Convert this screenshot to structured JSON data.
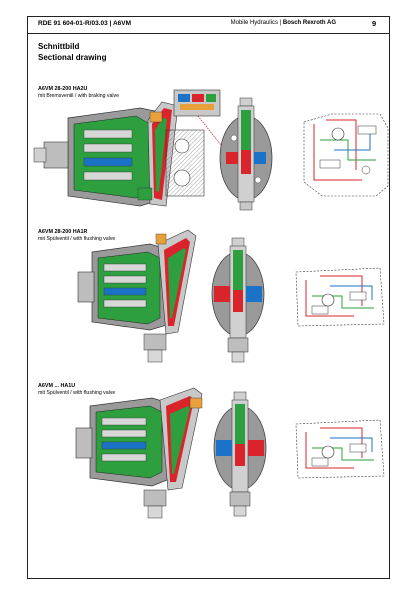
{
  "header": {
    "doc_ref": "RDE 91 604-01-R/03.03",
    "separator": "|",
    "product": "A6VM",
    "division": "Mobile Hydraulics",
    "company": "Bosch Rexroth AG",
    "page_number": "9"
  },
  "title": {
    "de": "Schnittbild",
    "en": "Sectional drawing"
  },
  "sections": [
    {
      "title": "A6VM 28-200 HA2U",
      "subtitle": "mit Bremsventil / with braking valve"
    },
    {
      "title": "A6VM 28-200 HA1R",
      "subtitle": "mit Spülventil / with flushing valve"
    },
    {
      "title": "A6VM ... HA1U",
      "subtitle": "mit Spülventil / with flushing valve"
    }
  ],
  "colors": {
    "pressure": "#d9242b",
    "return": "#1b73c8",
    "control": "#2e9f3e",
    "housing": "#8c8c8c",
    "accent": "#e8a13a"
  }
}
